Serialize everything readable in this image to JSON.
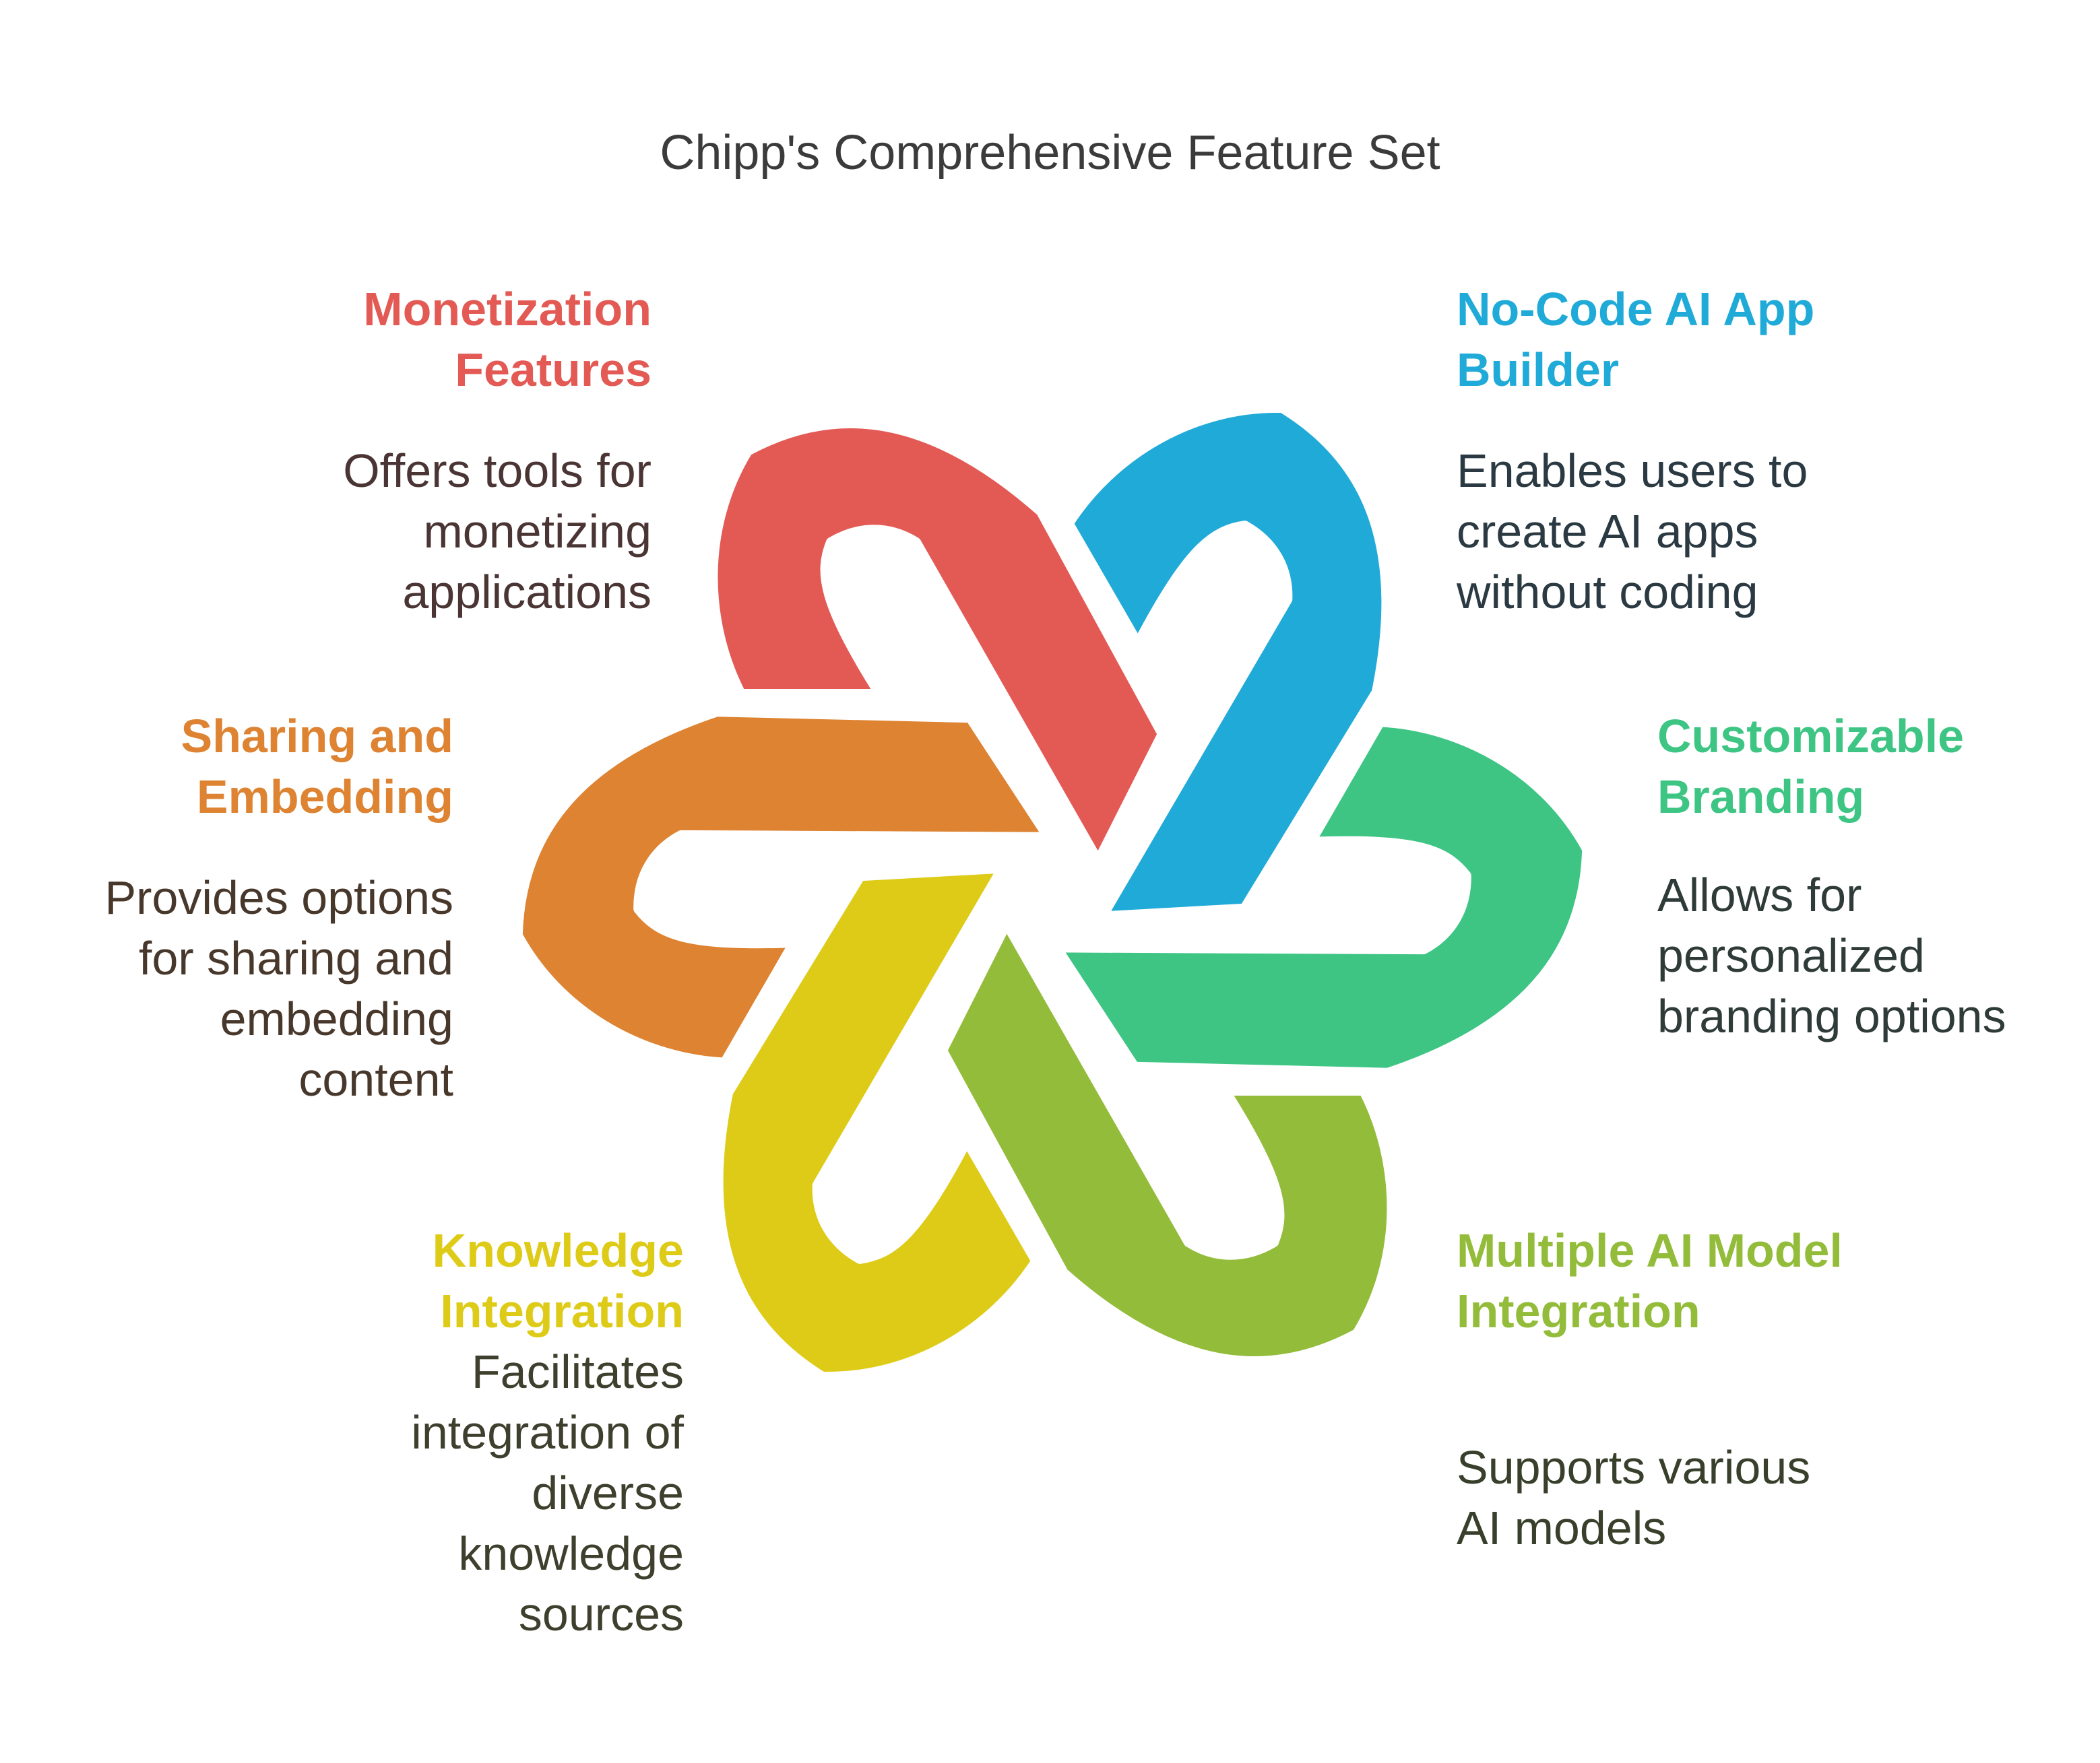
{
  "title": "Chipp's Comprehensive Feature Set",
  "features": {
    "monetization": {
      "heading": [
        "Monetization",
        "Features"
      ],
      "description": [
        "Offers tools for",
        "monetizing",
        "applications"
      ],
      "color": "#E35A55"
    },
    "nocode": {
      "heading": [
        "No-Code AI App",
        "Builder"
      ],
      "description": [
        "Enables users to",
        "create AI apps",
        "without coding"
      ],
      "color": "#20AAD8"
    },
    "sharing": {
      "heading": [
        "Sharing and",
        "Embedding"
      ],
      "description": [
        "Provides options",
        "for sharing and",
        "embedding",
        "content"
      ],
      "color": "#DD8332"
    },
    "branding": {
      "heading": [
        "Customizable",
        "Branding"
      ],
      "description": [
        "Allows for",
        "personalized",
        "branding options"
      ],
      "color": "#3EC584"
    },
    "knowledge": {
      "heading": [
        "Knowledge",
        "Integration"
      ],
      "description": [
        "Facilitates",
        "integration of",
        "diverse",
        "knowledge",
        "sources"
      ],
      "color": "#DDCB17"
    },
    "multimodel": {
      "heading": [
        "Multiple AI Model",
        "Integration"
      ],
      "description": [
        "Supports various",
        "AI models"
      ],
      "color": "#93BC3A"
    }
  },
  "text_colors": {
    "title": "#3b3b3b",
    "monetization": "#4a3434",
    "nocode": "#2b3a42",
    "sharing": "#48382c",
    "branding": "#2f3b38",
    "knowledge": "#3f3f2e",
    "multimodel": "#38402c"
  }
}
